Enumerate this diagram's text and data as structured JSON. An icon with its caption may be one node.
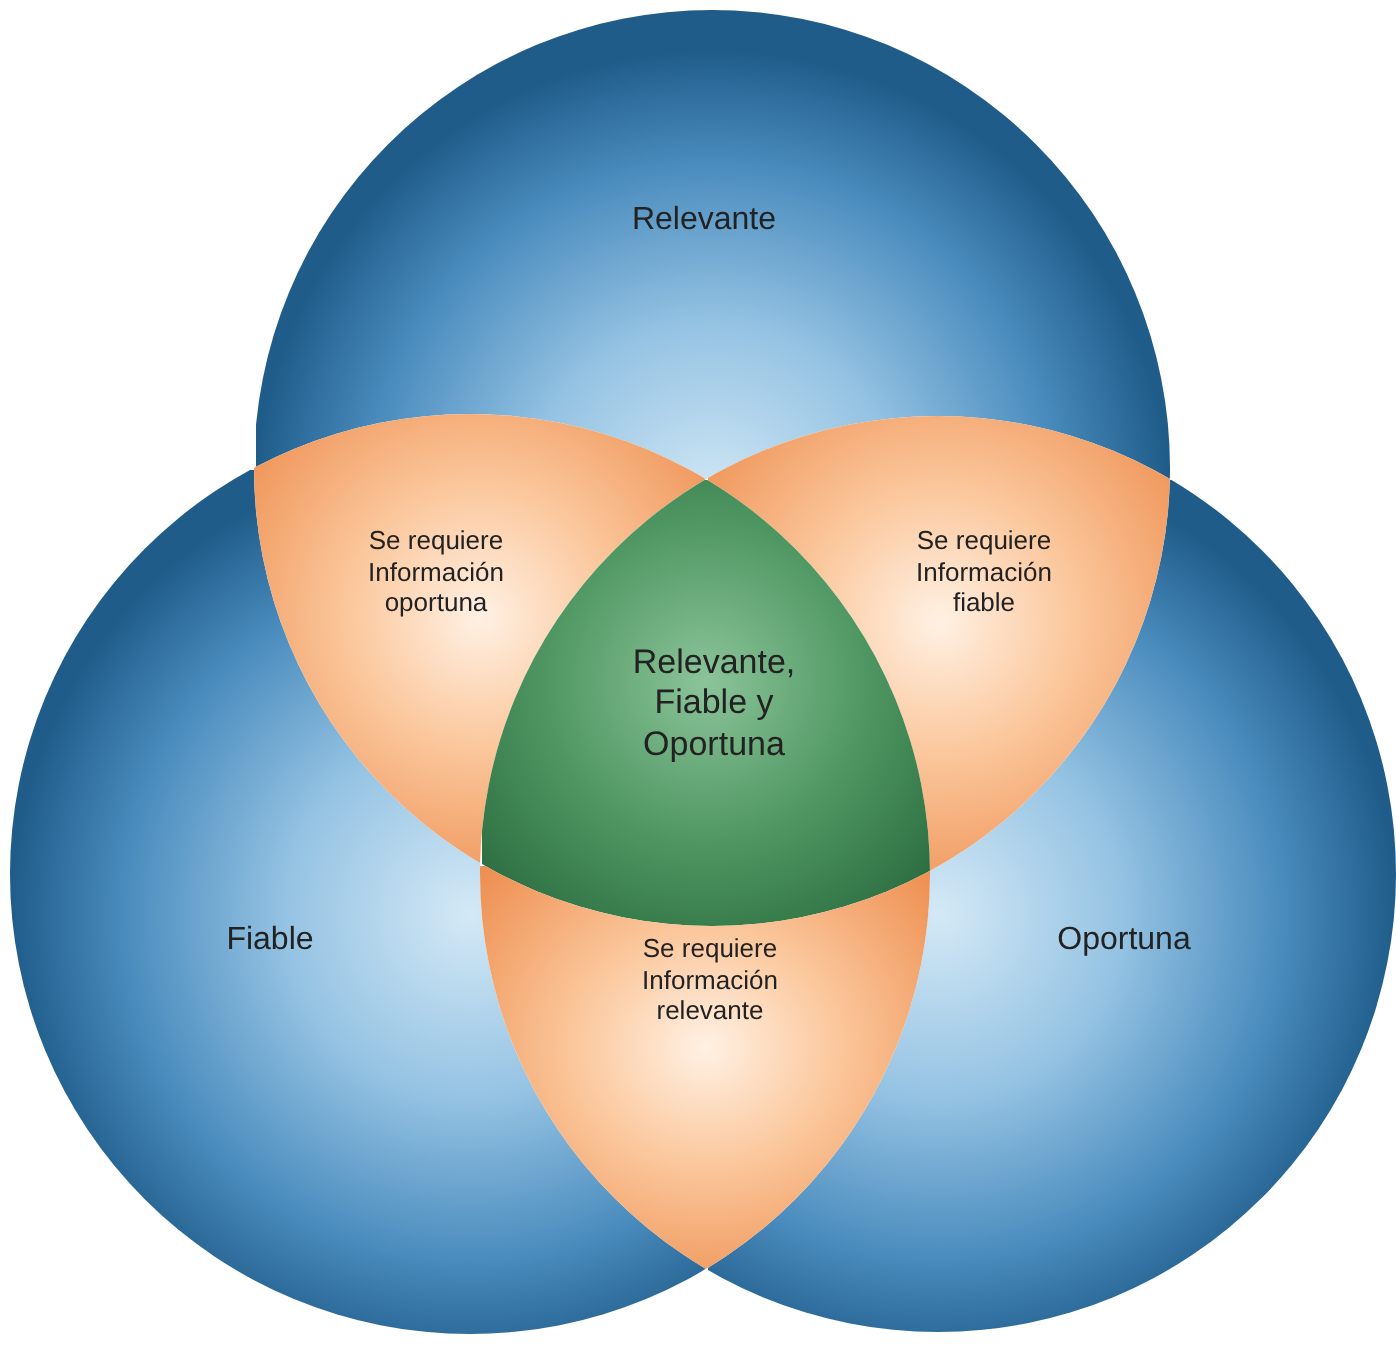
{
  "diagram": {
    "nodes": [
      {
        "text": [
          "Relevante"
        ]
      },
      {
        "text": [
          "Fiable"
        ]
      },
      {
        "text": [
          "Oportuna"
        ]
      },
      {
        "text": [
          "Se requiere Información oportuna"
        ]
      },
      {
        "text": [
          "Se requiere Información fiable"
        ]
      },
      {
        "text": [
          "Relevante, Fiable y Oportuna"
        ]
      },
      {
        "text": [
          "Se requiere Información relevante"
        ]
      }
    ]
  }
}
